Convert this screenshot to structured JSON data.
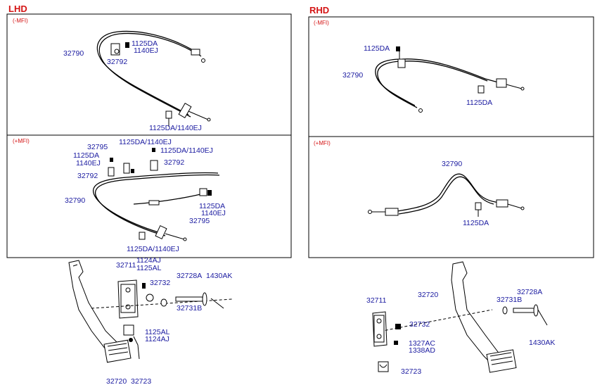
{
  "sections": {
    "lhd": {
      "title": "LHD",
      "top_panel": {
        "variant": "(-MFI)",
        "labels": {
          "cable": "32790",
          "bolt_upper_a": "1125DA",
          "bolt_upper_b": "1140EJ",
          "clip": "32792",
          "bottom_bolts": "1125DA/1140EJ"
        }
      },
      "bottom_panel": {
        "variant": "(+MFI)",
        "labels": {
          "bracket_a": "32795",
          "bolt_top": "1125DA/1140EJ",
          "bolt_left_a": "1125DA",
          "bolt_left_b": "1140EJ",
          "bolt_right": "1125DA/1140EJ",
          "clip_left": "32792",
          "clip_right": "32792",
          "cable": "32790",
          "bolt_mid_a": "1125DA",
          "bolt_mid_b": "1140EJ",
          "bracket_b": "32795",
          "bottom_bolts": "1125DA/1140EJ"
        }
      },
      "pedal_assembly": {
        "labels": {
          "bracket": "32711",
          "bolt_a": "1124AJ",
          "bolt_b": "1125AL",
          "nut": "32732",
          "pin": "32728A",
          "clip_pin": "1430AK",
          "bushing": "32731B",
          "bolt_lower_a": "1125AL",
          "bolt_lower_b": "1124AJ",
          "pedal": "32720",
          "spring": "32723"
        }
      }
    },
    "rhd": {
      "title": "RHD",
      "top_panel": {
        "variant": "(-MFI)",
        "labels": {
          "bolt_top": "1125DA",
          "cable": "32790",
          "bolt_right": "1125DA"
        }
      },
      "bottom_panel": {
        "variant": "(+MFI)",
        "labels": {
          "cable": "32790",
          "bolt": "1125DA"
        }
      },
      "pedal_assembly": {
        "labels": {
          "pedal": "32720",
          "pin": "32728A",
          "bracket": "32711",
          "bushing": "32731B",
          "nut": "32732",
          "bolt_a": "1327AC",
          "bolt_b": "1338AD",
          "clip_pin": "1430AK",
          "spring": "32723"
        }
      }
    }
  }
}
